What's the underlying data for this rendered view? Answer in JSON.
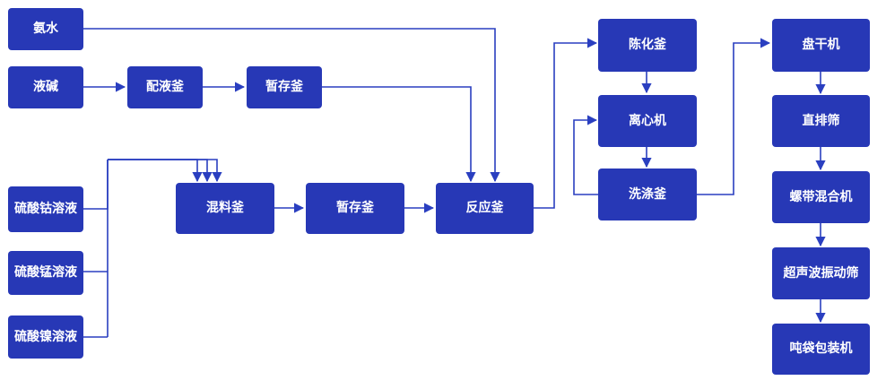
{
  "diagram": {
    "nodes": {
      "ammonia": "氨水",
      "lye": "液碱",
      "mix_liquid_kettle": "配液釜",
      "temp_kettle_top": "暂存釜",
      "cobalt_sulfate": "硫酸钴溶液",
      "manganese_sulfate": "硫酸锰溶液",
      "nickel_sulfate": "硫酸镍溶液",
      "mixing_kettle": "混料釜",
      "temp_kettle_mid": "暂存釜",
      "reaction_kettle": "反应釜",
      "aging_kettle": "陈化釜",
      "centrifuge": "离心机",
      "washing_kettle": "洗涤釜",
      "tray_dryer": "盘干机",
      "linear_screen": "直排筛",
      "ribbon_mixer": "螺带混合机",
      "ultrasonic_screen": "超声波振动筛",
      "ton_bag_packer": "吨袋包装机"
    }
  }
}
